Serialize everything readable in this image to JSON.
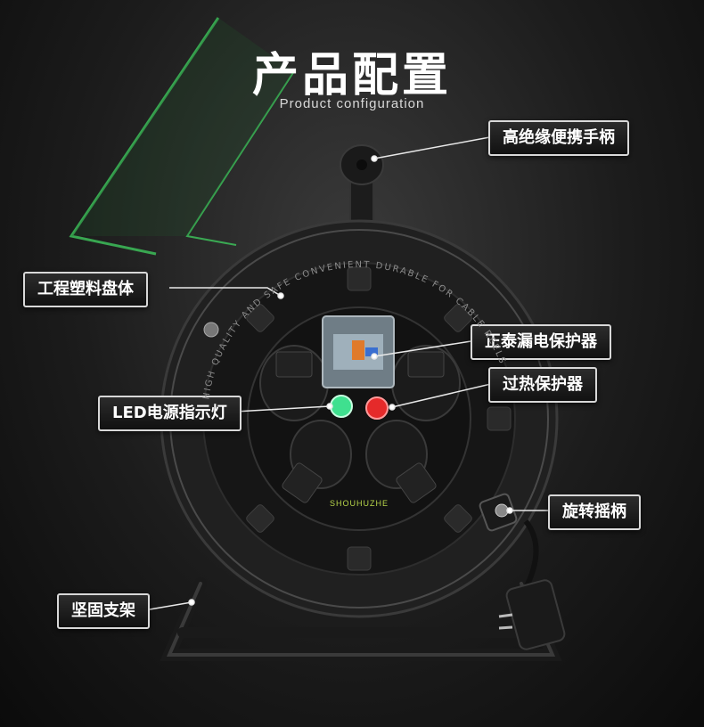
{
  "header": {
    "title": "产品配置",
    "subtitle": "Product configuration"
  },
  "callouts": {
    "handle": "高绝缘便携手柄",
    "drum": "工程塑料盘体",
    "leakage_protector": "正泰漏电保护器",
    "overheat_protector": "过热保护器",
    "led_indicator": "LED电源指示灯",
    "crank": "旋转摇柄",
    "stand": "坚固支架"
  },
  "product": {
    "rim_text": "HIGH QUALITY AND SAFE CONVENIENT DURABLE FOR CABLE REELS",
    "brand": "SHOUHUZHE"
  }
}
